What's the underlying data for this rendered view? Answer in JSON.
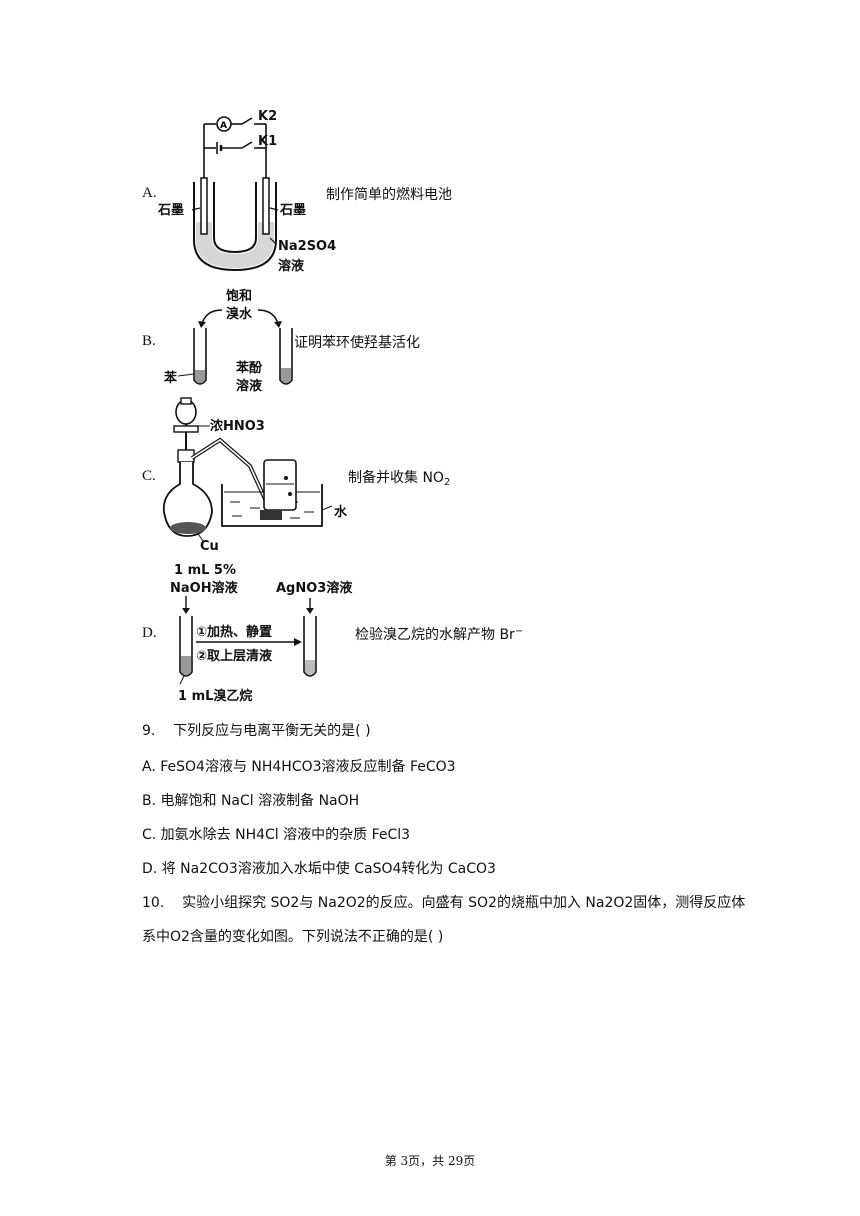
{
  "options_block": {
    "A": {
      "letter": "A.",
      "description": "制作简单的燃料电池",
      "labels": {
        "k2": "K2",
        "k1": "K1",
        "graphite_left": "石墨",
        "graphite_right": "石墨",
        "na2so4": "Na2SO4",
        "solution": "溶液"
      }
    },
    "B": {
      "letter": "B.",
      "description": "证明苯环使羟基活化",
      "labels": {
        "reagent_top_1": "饱和",
        "reagent_top_2": "溴水",
        "benzene": "苯",
        "phenol_1": "苯酚",
        "phenol_2": "溶液"
      }
    },
    "C": {
      "letter": "C.",
      "description_prefix": "制备并收集 NO",
      "description_sub": "2",
      "labels": {
        "acid": "浓HNO3",
        "cu": "Cu",
        "water": "水"
      }
    },
    "D": {
      "letter": "D.",
      "description_prefix": "检验溴乙烷的水解产物 Br",
      "description_sup": "−",
      "labels": {
        "naoh_1": "1 mL 5%",
        "naoh_2": "NaOH溶液",
        "agno3": "AgNO3溶液",
        "step1": "①加热、静置",
        "step2": "②取上层清液",
        "bromoethane": "1 mL溴乙烷"
      }
    }
  },
  "question9": {
    "number": "9.",
    "stem": "下列反应与电离平衡无关的是(    )",
    "options": [
      "A. FeSO4溶液与 NH4HCO3溶液反应制备 FeCO3",
      "B. 电解饱和 NaCl 溶液制备 NaOH",
      "C. 加氨水除去 NH4Cl 溶液中的杂质 FeCl3",
      "D. 将 Na2CO3溶液加入水垢中使 CaSO4转化为 CaCO3"
    ]
  },
  "question10": {
    "number": "10.",
    "line1": "实验小组探究 SO2与 Na2O2的反应。向盛有 SO2的烧瓶中加入 Na2O2固体，测得反应体",
    "line2": "系中O2含量的变化如图。下列说法不正确的是(    )"
  },
  "footer": {
    "text": "第 3页，共 29页"
  }
}
